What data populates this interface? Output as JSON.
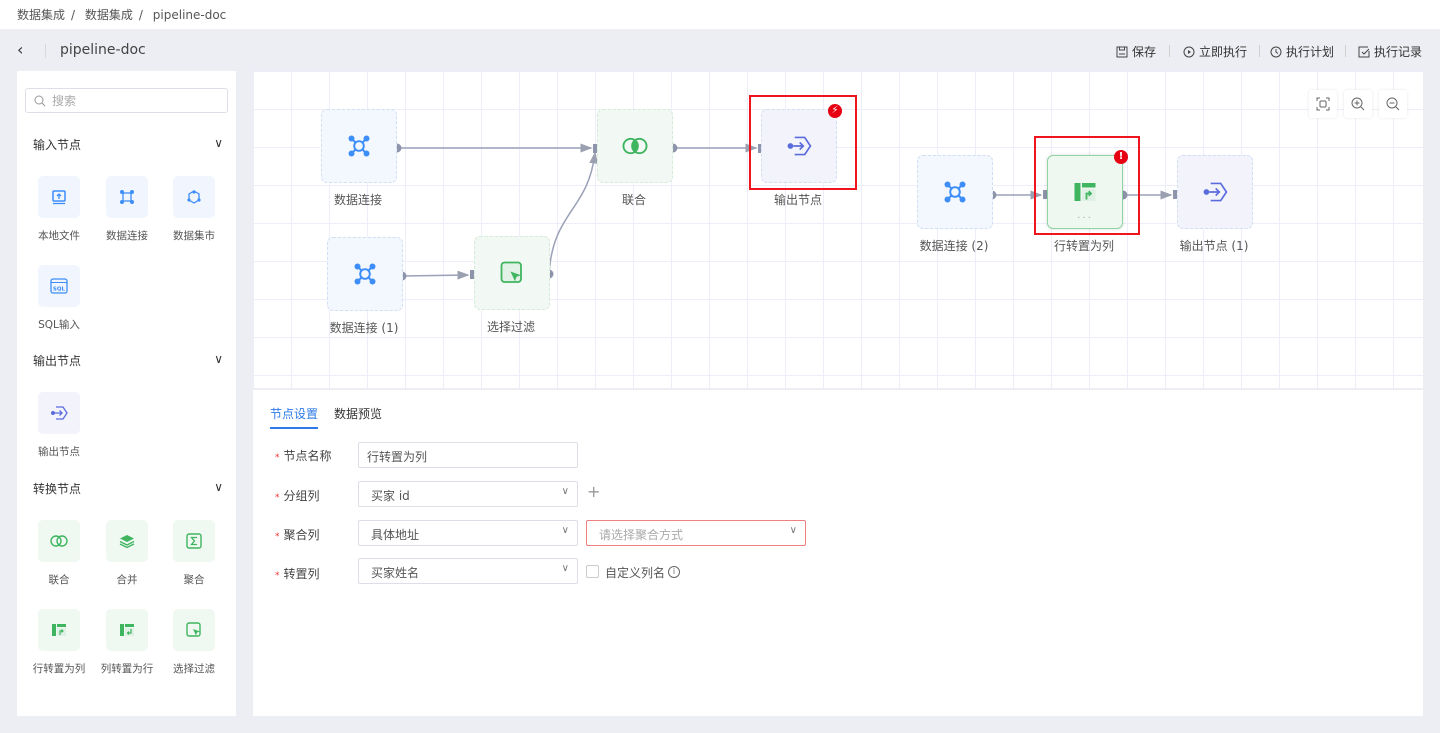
{
  "breadcrumb": [
    "数据集成",
    "数据集成",
    "pipeline-doc"
  ],
  "header": {
    "title": "pipeline-doc",
    "toolbar": {
      "save": "保存",
      "run": "立即执行",
      "schedule": "执行计划",
      "history": "执行记录"
    }
  },
  "sidebar": {
    "search_placeholder": "搜索",
    "sections": [
      {
        "title": "输入节点",
        "items": [
          "本地文件",
          "数据连接",
          "数据集市",
          "SQL输入"
        ]
      },
      {
        "title": "输出节点",
        "items": [
          "输出节点"
        ]
      },
      {
        "title": "转换节点",
        "items": [
          "联合",
          "合并",
          "聚合",
          "行转置为列",
          "列转置为行",
          "选择过滤"
        ]
      }
    ]
  },
  "canvas": {
    "nodes": [
      "数据连接",
      "联合",
      "输出节点",
      "数据连接 (1)",
      "选择过滤",
      "数据连接 (2)",
      "行转置为列",
      "输出节点 (1)"
    ],
    "colors": {
      "error": "#e60012",
      "primary": "#2d7ae8",
      "blue_icon": "#3d8ef8",
      "green_icon": "#3fb560",
      "purple_icon": "#5b6bdc"
    }
  },
  "panel": {
    "tabs": [
      "节点设置",
      "数据预览"
    ],
    "fields": {
      "name_label": "节点名称",
      "name_value": "行转置为列",
      "group_label": "分组列",
      "group_value": "买家 id",
      "agg_label": "聚合列",
      "agg_value": "具体地址",
      "agg_method_placeholder": "请选择聚合方式",
      "pivot_label": "转置列",
      "pivot_value": "买家姓名",
      "custom_name_label": "自定义列名"
    }
  }
}
